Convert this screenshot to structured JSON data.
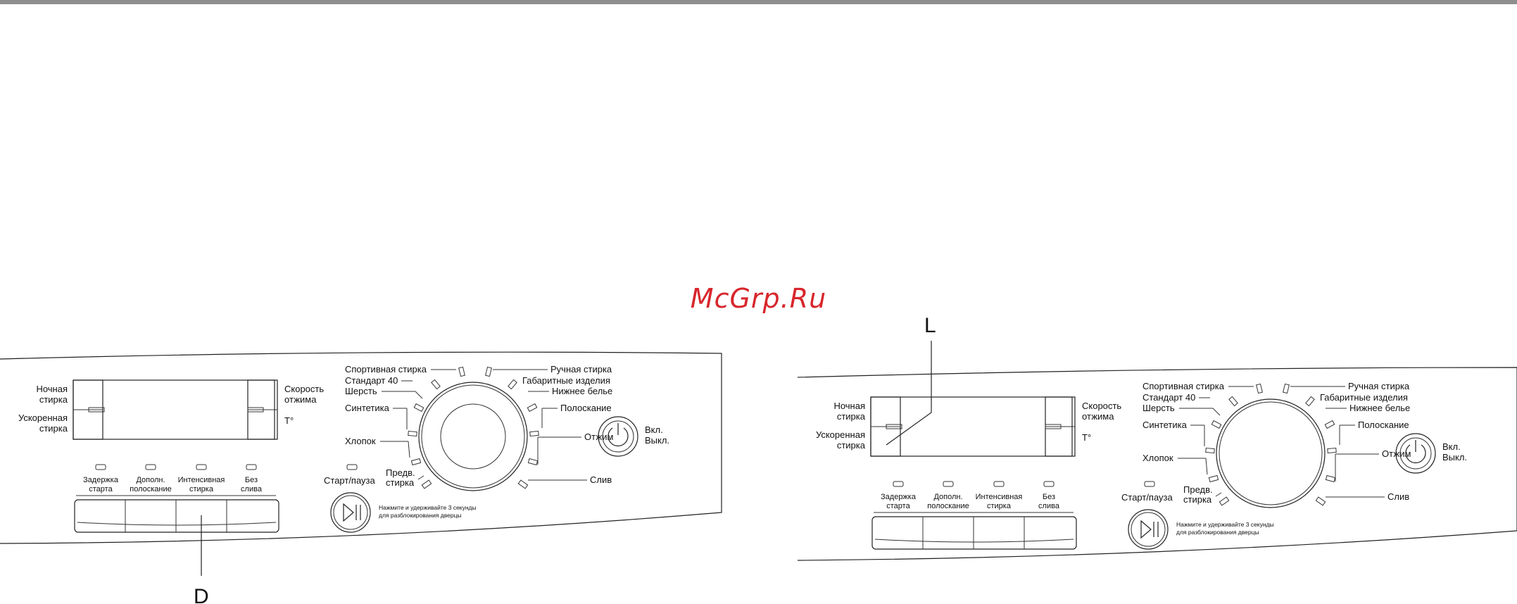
{
  "watermark": "McGrp.Ru",
  "callouts": {
    "left": "D",
    "right": "L"
  },
  "panel": {
    "display_left_labels": [
      "Ночная",
      "стирка",
      "Ускоренная",
      "стирка"
    ],
    "display_right_labels": [
      "Скорость",
      "отжима",
      "T°"
    ],
    "option_buttons": [
      {
        "line1": "Задержка",
        "line2": "старта"
      },
      {
        "line1": "Дополн.",
        "line2": "полоскание"
      },
      {
        "line1": "Интенсивная",
        "line2": "стирка"
      },
      {
        "line1": "Без",
        "line2": "слива"
      }
    ],
    "start_pause": "Старт/пауза",
    "unlock_note": [
      "Нажмите и удерживайте 3 секунды",
      "для разблокирования дверцы"
    ],
    "power": [
      "Вкл.",
      "Выкл."
    ],
    "programs_left": [
      "Спортивная стирка",
      "Стандарт 40",
      "Шерсть",
      "Синтетика",
      "Хлопок",
      "Предв.",
      "стирка"
    ],
    "programs_right": [
      "Ручная стирка",
      "Габаритные изделия",
      "Нижнее белье",
      "Полоскание",
      "Отжим",
      "Слив"
    ]
  }
}
